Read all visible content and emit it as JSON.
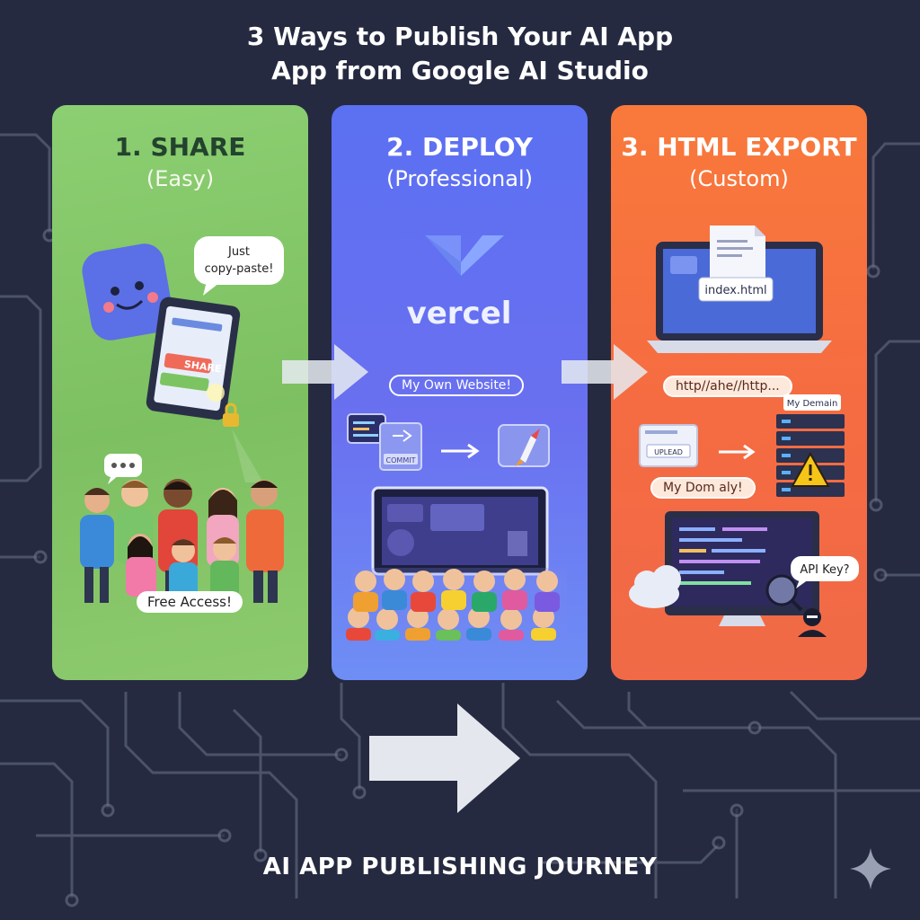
{
  "title": {
    "line1": "3 Ways to Publish Your AI App",
    "line2": "App from Google AI Studio"
  },
  "panels": [
    {
      "heading": "1. SHARE",
      "subtitle": "(Easy)",
      "color": "#7dc061",
      "bubble": "Just copy-paste!",
      "button_label": "SHARE",
      "callout": "Free Access!"
    },
    {
      "heading": "2. DEPLOY",
      "subtitle": "(Professional)",
      "color": "#6a70f0",
      "logo": "vercel",
      "pill": "My Own Website!",
      "commit_label": "COMMIT"
    },
    {
      "heading": "3. HTML EXPORT",
      "subtitle": "(Custom)",
      "color": "#f56b42",
      "file_label": "index.html",
      "url_pill": "http//ahe//http...",
      "domain_tag": "My Demain",
      "upload_label": "UPLEAD",
      "domain_pill": "My Dom aly!",
      "api_bubble": "API Key?"
    }
  ],
  "footer": "AI APP PUBLISHING JOURNEY",
  "icons": [
    "robot-icon",
    "lock-icon",
    "rocket-icon",
    "warning-icon",
    "cloud-icon",
    "magnifier-icon",
    "sparkle-icon"
  ]
}
